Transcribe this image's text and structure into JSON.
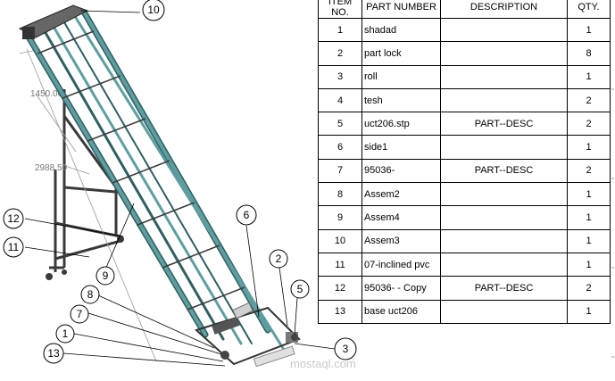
{
  "bom": {
    "headers": {
      "item_no": "ITEM NO.",
      "part_number": "PART NUMBER",
      "description": "DESCRIPTION",
      "qty": "QTY."
    },
    "rows": [
      {
        "item": "1",
        "part": "shadad",
        "desc": "",
        "qty": "1"
      },
      {
        "item": "2",
        "part": "part lock",
        "desc": "",
        "qty": "8"
      },
      {
        "item": "3",
        "part": "roll",
        "desc": "",
        "qty": "1"
      },
      {
        "item": "4",
        "part": "tesh",
        "desc": "",
        "qty": "2"
      },
      {
        "item": "5",
        "part": "uct206.stp",
        "desc": "PART--DESC",
        "qty": "2"
      },
      {
        "item": "6",
        "part": "side1",
        "desc": "",
        "qty": "1"
      },
      {
        "item": "7",
        "part": "95036-",
        "desc": "PART--DESC",
        "qty": "2"
      },
      {
        "item": "8",
        "part": "Assem2",
        "desc": "",
        "qty": "1"
      },
      {
        "item": "9",
        "part": "Assem4",
        "desc": "",
        "qty": "1"
      },
      {
        "item": "10",
        "part": "Assem3",
        "desc": "",
        "qty": "1"
      },
      {
        "item": "11",
        "part": "07-inclined pvc",
        "desc": "",
        "qty": "1"
      },
      {
        "item": "12",
        "part": "95036- - Copy",
        "desc": "PART--DESC",
        "qty": "2"
      },
      {
        "item": "13",
        "part": "base uct206",
        "desc": "",
        "qty": "1"
      }
    ]
  },
  "balloons": {
    "b1": "1",
    "b2": "2",
    "b3": "3",
    "b5": "5",
    "b6": "6",
    "b7": "7",
    "b8": "8",
    "b9": "9",
    "b10": "10",
    "b11": "11",
    "b12": "12",
    "b13": "13"
  },
  "dimensions": {
    "length": "1450.00",
    "height": "2988.59"
  },
  "watermark": "mostaql.com",
  "colors": {
    "rail": "#5f9ea0",
    "rail_dark": "#2f5f60",
    "frame": "#3a3a3a",
    "balloon": "#000000"
  }
}
